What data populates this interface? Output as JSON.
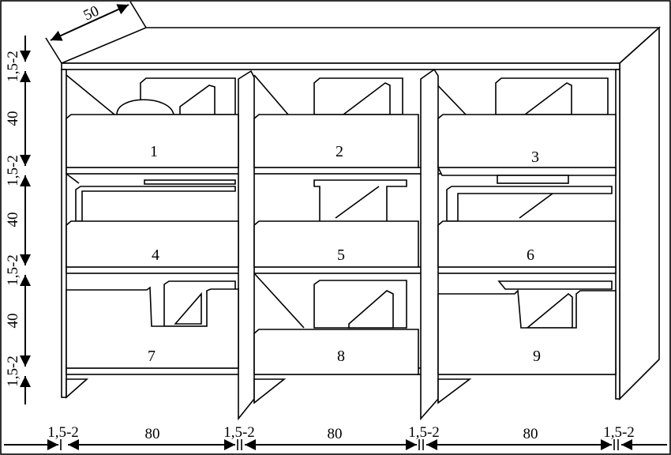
{
  "title": "Cabinet with nine drawers – dimension drawing",
  "depth_label": "50",
  "left_dims": [
    "1,5-2",
    "40",
    "1,5-2",
    "40",
    "1,5-2",
    "40",
    "1,5-2"
  ],
  "bottom_dims": [
    "1,5-2",
    "80",
    "1,5-2",
    "80",
    "1,5-2",
    "80",
    "1,5-2"
  ],
  "drawers": [
    "1",
    "2",
    "3",
    "4",
    "5",
    "6",
    "7",
    "8",
    "9"
  ]
}
